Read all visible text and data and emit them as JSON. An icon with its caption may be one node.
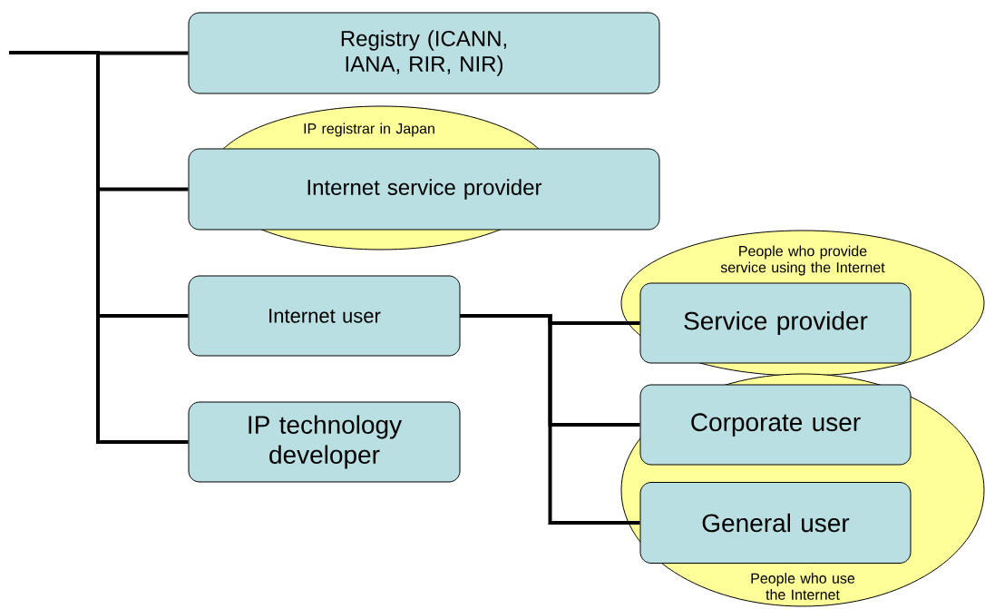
{
  "diagram": {
    "nodes": [
      {
        "text": [
          "Registry (ICANN, IANA, RIR, NIR)"
        ]
      },
      {
        "text": [
          "IP registrar in Japan"
        ]
      },
      {
        "text": [
          "Internet service provider"
        ]
      },
      {
        "text": [
          "Internet user"
        ]
      },
      {
        "text": [
          "IP technology developer"
        ]
      },
      {
        "text": [
          "People who provide service using the Internet"
        ]
      },
      {
        "text": [
          "Service provider"
        ],
        "in": 5
      },
      {
        "text": [
          "People who use the Internet"
        ]
      },
      {
        "text": [
          "Corporate user"
        ],
        "in": 7
      },
      {
        "text": [
          "General user"
        ],
        "in": 7
      }
    ],
    "edges": [
      {
        "from": null,
        "to": 0,
        "arrow": "none"
      },
      {
        "from": null,
        "to": 2,
        "arrow": "none"
      },
      {
        "from": null,
        "to": 3,
        "arrow": "none"
      },
      {
        "from": null,
        "to": 4,
        "arrow": "none"
      },
      {
        "from": 3,
        "to": 6,
        "arrow": "none"
      },
      {
        "from": 3,
        "to": 8,
        "arrow": "none"
      },
      {
        "from": 3,
        "to": 9,
        "arrow": "none"
      }
    ]
  }
}
